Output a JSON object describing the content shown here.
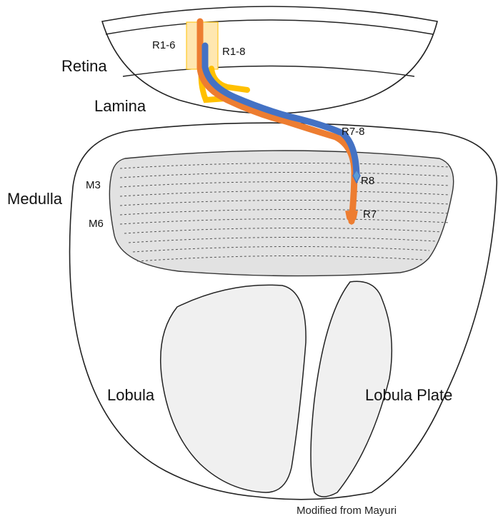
{
  "labels": {
    "retina": "Retina",
    "lamina": "Lamina",
    "medulla": "Medulla",
    "lobula": "Lobula",
    "lobula_plate": "Lobula Plate",
    "r1_6": "R1-6",
    "r1_8": "R1-8",
    "r7_8": "R7-8",
    "r8": "R8",
    "r7": "R7",
    "m3": "M3",
    "m6": "M6"
  },
  "credit": "Modified from Mayuri",
  "colors": {
    "r7_orange": "#ED7D31",
    "r8_blue": "#4472C4",
    "r1_6_yellow": "#FFC000",
    "r1_6_box": "#FFE7B0",
    "neuropil_fill": "#E2E2E2",
    "lobe_fill": "#F0F0F0",
    "outline": "#222222",
    "layer_dash": "#555555"
  }
}
